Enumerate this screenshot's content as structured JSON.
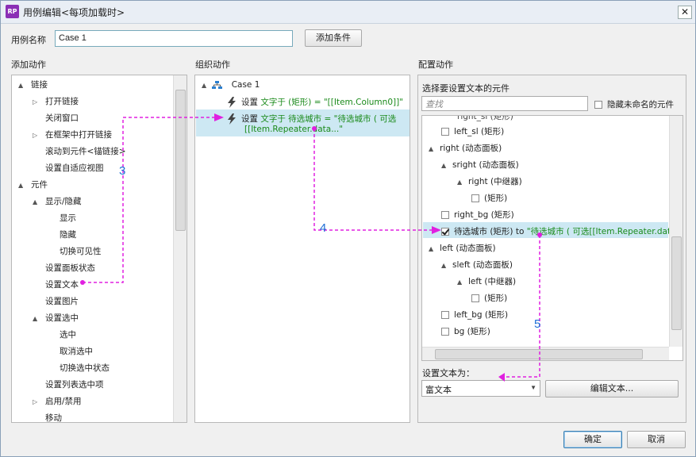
{
  "window": {
    "title": "用例编辑<每项加载时>",
    "app_icon_text": "RP",
    "close_glyph": "✕"
  },
  "case_name": {
    "label": "用例名称",
    "value": "Case 1",
    "add_condition": "添加条件"
  },
  "sections": {
    "add_action": "添加动作",
    "organize_action": "组织动作",
    "configure_action": "配置动作"
  },
  "add_tree": [
    {
      "label": "链接",
      "level": 0,
      "toggle": "▲"
    },
    {
      "label": "打开链接",
      "level": 1,
      "toggle": "▷"
    },
    {
      "label": "关闭窗口",
      "level": 1,
      "toggle": ""
    },
    {
      "label": "在框架中打开链接",
      "level": 1,
      "toggle": "▷"
    },
    {
      "label": "滚动到元件<锚链接>",
      "level": 1,
      "toggle": ""
    },
    {
      "label": "设置自适应视图",
      "level": 1,
      "toggle": ""
    },
    {
      "label": "元件",
      "level": 0,
      "toggle": "▲"
    },
    {
      "label": "显示/隐藏",
      "level": 1,
      "toggle": "▲"
    },
    {
      "label": "显示",
      "level": 2,
      "toggle": ""
    },
    {
      "label": "隐藏",
      "level": 2,
      "toggle": ""
    },
    {
      "label": "切换可见性",
      "level": 2,
      "toggle": ""
    },
    {
      "label": "设置面板状态",
      "level": 1,
      "toggle": ""
    },
    {
      "label": "设置文本",
      "level": 1,
      "toggle": ""
    },
    {
      "label": "设置图片",
      "level": 1,
      "toggle": ""
    },
    {
      "label": "设置选中",
      "level": 1,
      "toggle": "▲"
    },
    {
      "label": "选中",
      "level": 2,
      "toggle": ""
    },
    {
      "label": "取消选中",
      "level": 2,
      "toggle": ""
    },
    {
      "label": "切换选中状态",
      "level": 2,
      "toggle": ""
    },
    {
      "label": "设置列表选中项",
      "level": 1,
      "toggle": ""
    },
    {
      "label": "启用/禁用",
      "level": 1,
      "toggle": "▷"
    },
    {
      "label": "移动",
      "level": 1,
      "toggle": ""
    }
  ],
  "organize": {
    "case_label": "Case 1",
    "case_toggle": "▲",
    "action1": {
      "prefix": "设置 ",
      "text": "文字于 (矩形) = \"[[Item.Column0]]\""
    },
    "action2": {
      "prefix": "设置 ",
      "line1": "文字于 待选城市 = \"待选城市 ( 可选",
      "line2": "[[Item.Repeater.data...\""
    }
  },
  "configure": {
    "subtitle": "选择要设置文本的元件",
    "search_placeholder": "查找",
    "hide_unnamed": "隐藏未命名的元件",
    "top_partial": "right_sl (矩形)",
    "tree": [
      {
        "label": "left_sl (矩形)",
        "indent": 1,
        "toggle": "",
        "check": true,
        "checked": false
      },
      {
        "label": "right (动态面板)",
        "indent": 0,
        "toggle": "▲",
        "check": false,
        "checked": false
      },
      {
        "label": "sright (动态面板)",
        "indent": 1,
        "toggle": "▲",
        "check": false,
        "checked": false
      },
      {
        "label": "right (中继器)",
        "indent": 2,
        "toggle": "▲",
        "check": false,
        "checked": false
      },
      {
        "label": "(矩形)",
        "indent": 3,
        "toggle": "",
        "check": true,
        "checked": false
      },
      {
        "label": "right_bg (矩形)",
        "indent": 1,
        "toggle": "",
        "check": true,
        "checked": false
      },
      {
        "label": "待选城市 (矩形) to ",
        "green": "\"待选城市 ( 可选[[Item.Repeater.data",
        "indent": 1,
        "toggle": "",
        "check": true,
        "checked": true,
        "selected": true
      },
      {
        "label": "left (动态面板)",
        "indent": 0,
        "toggle": "▲",
        "check": false,
        "checked": false
      },
      {
        "label": "sleft (动态面板)",
        "indent": 1,
        "toggle": "▲",
        "check": false,
        "checked": false
      },
      {
        "label": "left (中继器)",
        "indent": 2,
        "toggle": "▲",
        "check": false,
        "checked": false
      },
      {
        "label": "(矩形)",
        "indent": 3,
        "toggle": "",
        "check": true,
        "checked": false
      },
      {
        "label": "left_bg (矩形)",
        "indent": 1,
        "toggle": "",
        "check": true,
        "checked": false
      },
      {
        "label": "bg (矩形)",
        "indent": 1,
        "toggle": "",
        "check": true,
        "checked": false
      }
    ],
    "set_text_label": "设置文本为：",
    "set_text_value": "富文本",
    "edit_text": "编辑文本..."
  },
  "footer": {
    "ok": "确定",
    "cancel": "取消"
  },
  "annotations": {
    "n3": "3",
    "n4": "4",
    "n5": "5"
  },
  "colors": {
    "arrow": "#e020e0",
    "number": "#1e6fd6",
    "selection": "#cde8f3",
    "green_text": "#1a8a1a"
  }
}
